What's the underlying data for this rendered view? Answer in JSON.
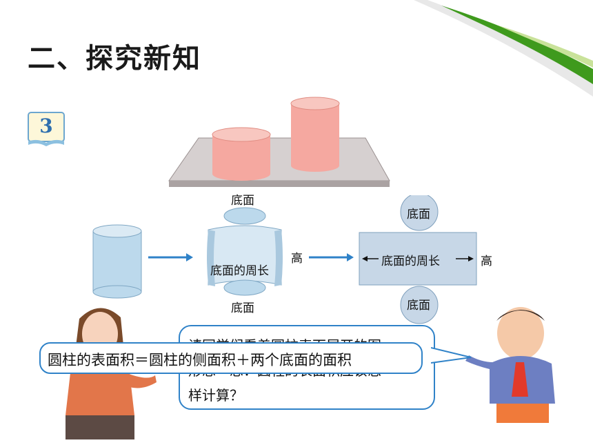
{
  "page": {
    "title": "二、探究新知",
    "example_number": "3"
  },
  "diagram": {
    "top_label": "底面",
    "bottom_label": "底面",
    "unrolled_inner_label": "底面的周长",
    "unrolled_height_label": "高",
    "rect_top_label": "底面",
    "rect_bottom_label": "底面",
    "rect_center_label": "底面的周长",
    "rect_height_label": "高"
  },
  "speech": {
    "question_line1": "请同学们看着圆柱表面展开的图",
    "question_line2": "形想一想：圆柱的表面积应该怎",
    "question_line3": "样计算？",
    "answer": "圆柱的表面积＝圆柱的侧面积＋两个底面的面积"
  },
  "colors": {
    "accent_blue": "#2f82c8",
    "cylinder_pink": "#f5a8a0",
    "cylinder_blue": "#bcd9ec",
    "board_gray": "#c9c2c2",
    "swoosh_green": "#3f9a1d"
  }
}
